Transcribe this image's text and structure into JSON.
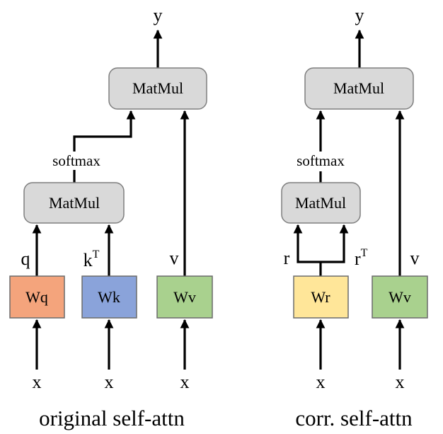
{
  "colors": {
    "matmul_fill": "#d9d9d9",
    "matmul_stroke": "#7f7f7f",
    "wq_fill": "#f4a47c",
    "wk_fill": "#8aa3da",
    "wv_fill": "#a9d18e",
    "wr_fill": "#ffe699",
    "weight_stroke": "#6b6b6b"
  },
  "left": {
    "output_label": "y",
    "top_matmul": "MatMul",
    "softmax": "softmax",
    "inner_matmul": "MatMul",
    "q_label": "q",
    "k_label": "k",
    "k_sup": "T",
    "v_label": "v",
    "wq": "Wq",
    "wk": "Wk",
    "wv": "Wv",
    "inputs": [
      "x",
      "x",
      "x"
    ],
    "caption": "original self-attn"
  },
  "right": {
    "output_label": "y",
    "top_matmul": "MatMul",
    "softmax": "softmax",
    "inner_matmul": "MatMul",
    "r_label": "r",
    "rt_label": "r",
    "rt_sup": "T",
    "v_label": "v",
    "wr": "Wr",
    "wv": "Wv",
    "inputs": [
      "x",
      "x"
    ],
    "caption": "corr. self-attn"
  }
}
